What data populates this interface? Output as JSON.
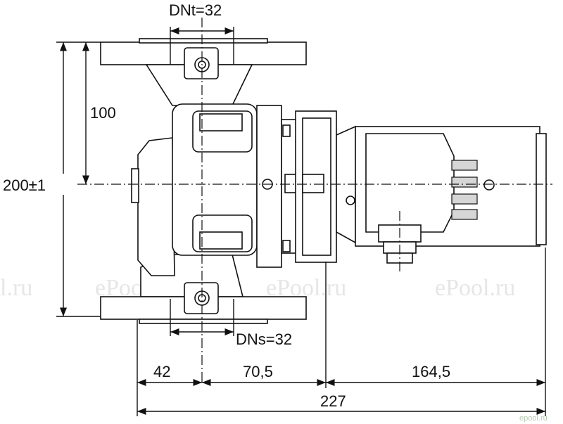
{
  "labels": {
    "dnt": "DNt=32",
    "dns": "DNs=32",
    "height_total": "200±1",
    "height_half": "100",
    "dim_a": "42",
    "dim_b": "70,5",
    "dim_c": "164,5",
    "dim_total": "227"
  },
  "watermarks": [
    "l.ru",
    "ePool.ru",
    "ePool.ru",
    "ePool.ru"
  ],
  "corner_mark": "epool.ru"
}
